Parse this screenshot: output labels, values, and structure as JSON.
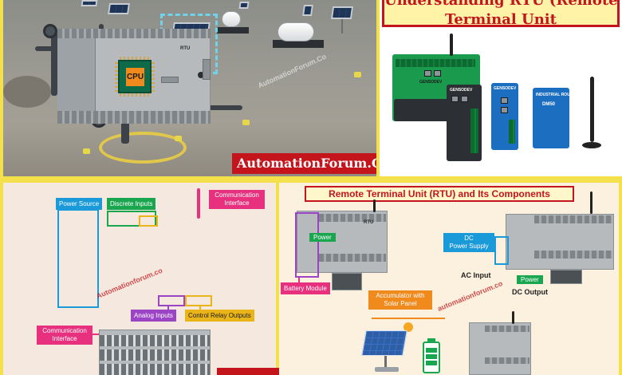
{
  "photo": {
    "watermark": "AutomationForum.Co",
    "brand": "AutomationForum.Co"
  },
  "header": {
    "title_line1": "Understanding RTU (Remote",
    "title_line2": "Terminal Unit"
  },
  "products": {
    "brand_label": "GENSODEV",
    "router_label": "INDUSTRIAL ROUTER",
    "router_model": "DM50"
  },
  "left_diagram": {
    "rtu_label": "RTU",
    "cpu_label": "CPU",
    "tags": {
      "power_source": "Power Source",
      "discrete_inputs": "Discrete Inputs",
      "comm_interface_top_1": "Communication",
      "comm_interface_top_2": "Interface",
      "analog_inputs": "Analog Inputs",
      "control_relay_outputs": "Control Relay Outputs",
      "comm_interface_bottom_1": "Communication",
      "comm_interface_bottom_2": "Interface"
    },
    "watermark": "Automationforum.co"
  },
  "right_diagram": {
    "title": "Remote Terminal Unit (RTU) and Its Components",
    "power_label": "Power",
    "battery_module": "Battery Module",
    "dc_power_supply_1": "DC",
    "dc_power_supply_2": "Power Supply",
    "ac_input": "AC Input",
    "dc_output": "DC Output",
    "power_label_2": "Power",
    "accumulator_1": "Accumulator with",
    "accumulator_2": "Solar Panel",
    "watermark": "automationforum.co"
  },
  "colors": {
    "accent_red": "#c4151c",
    "background_yellow": "#f4e04a",
    "tag_blue": "#1a9ad8",
    "tag_green": "#1aa64f",
    "tag_pink": "#e7317e",
    "tag_purple": "#9b45c6",
    "tag_gold": "#e9b518",
    "tag_orange": "#f08a1d"
  }
}
